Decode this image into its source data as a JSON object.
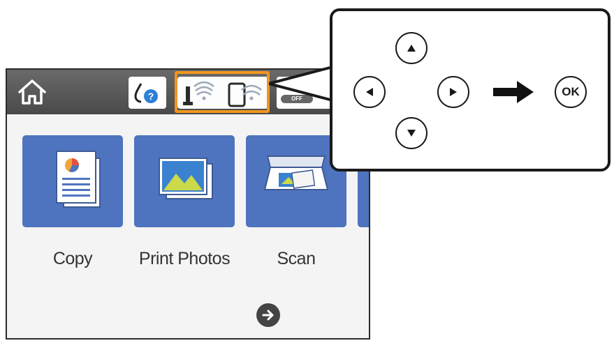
{
  "home_screen": {
    "apps": [
      {
        "label": "Copy",
        "icon": "copy-document-icon"
      },
      {
        "label": "Print Photos",
        "icon": "photo-print-icon"
      },
      {
        "label": "Scan",
        "icon": "scanner-icon"
      }
    ],
    "status": {
      "off_badge": "OFF"
    }
  },
  "callout": {
    "ok_label": "OK",
    "buttons": [
      "up-arrow-button",
      "down-arrow-button",
      "left-arrow-button",
      "right-arrow-button",
      "ok-button"
    ]
  },
  "colors": {
    "tile_blue": "#4f74bf",
    "highlight_orange": "#f0961e",
    "topbar_gray": "#5a5a5a"
  }
}
